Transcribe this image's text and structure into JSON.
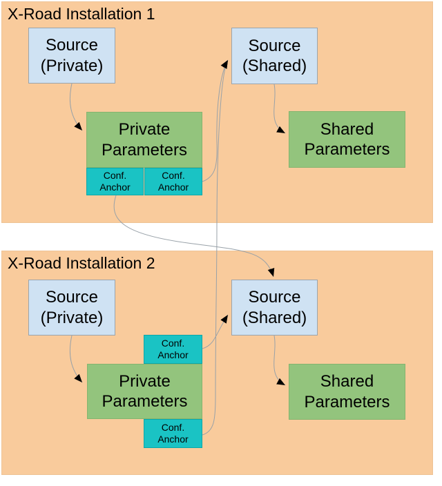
{
  "colors": {
    "page_background": "#FFFFFF",
    "panel_background": "#F9CB9C",
    "source_box": "#CFE2F3",
    "parameters_box": "#93C47D",
    "conf_anchor_box": "#1AC3C4",
    "connector_line": "#98A1A8",
    "arrowhead": "#000000",
    "text": "#000000"
  },
  "installations": [
    {
      "title": "X-Road Installation 1",
      "nodes": {
        "source_private": "Source\n(Private)",
        "source_shared": "Source\n(Shared)",
        "private_parameters": "Private\nParameters",
        "shared_parameters": "Shared\nParameters",
        "conf_anchor_left": "Conf.\nAnchor",
        "conf_anchor_right": "Conf.\nAnchor"
      }
    },
    {
      "title": "X-Road Installation 2",
      "nodes": {
        "source_private": "Source\n(Private)",
        "source_shared": "Source\n(Shared)",
        "private_parameters": "Private\nParameters",
        "shared_parameters": "Shared\nParameters",
        "conf_anchor_top": "Conf.\nAnchor",
        "conf_anchor_bottom": "Conf.\nAnchor"
      }
    }
  ],
  "edges": [
    {
      "from": "installation1.source_private",
      "to": "installation1.private_parameters"
    },
    {
      "from": "installation1.source_shared",
      "to": "installation1.shared_parameters"
    },
    {
      "from": "installation1.conf_anchor_left",
      "to": "installation2.source_shared"
    },
    {
      "from": "installation1.conf_anchor_right",
      "to": "installation1.source_shared"
    },
    {
      "from": "installation2.conf_anchor_bottom",
      "to": "installation1.source_shared"
    },
    {
      "from": "installation2.conf_anchor_top",
      "to": "installation2.source_shared"
    },
    {
      "from": "installation2.source_private",
      "to": "installation2.private_parameters"
    },
    {
      "from": "installation2.source_shared",
      "to": "installation2.shared_parameters"
    }
  ]
}
